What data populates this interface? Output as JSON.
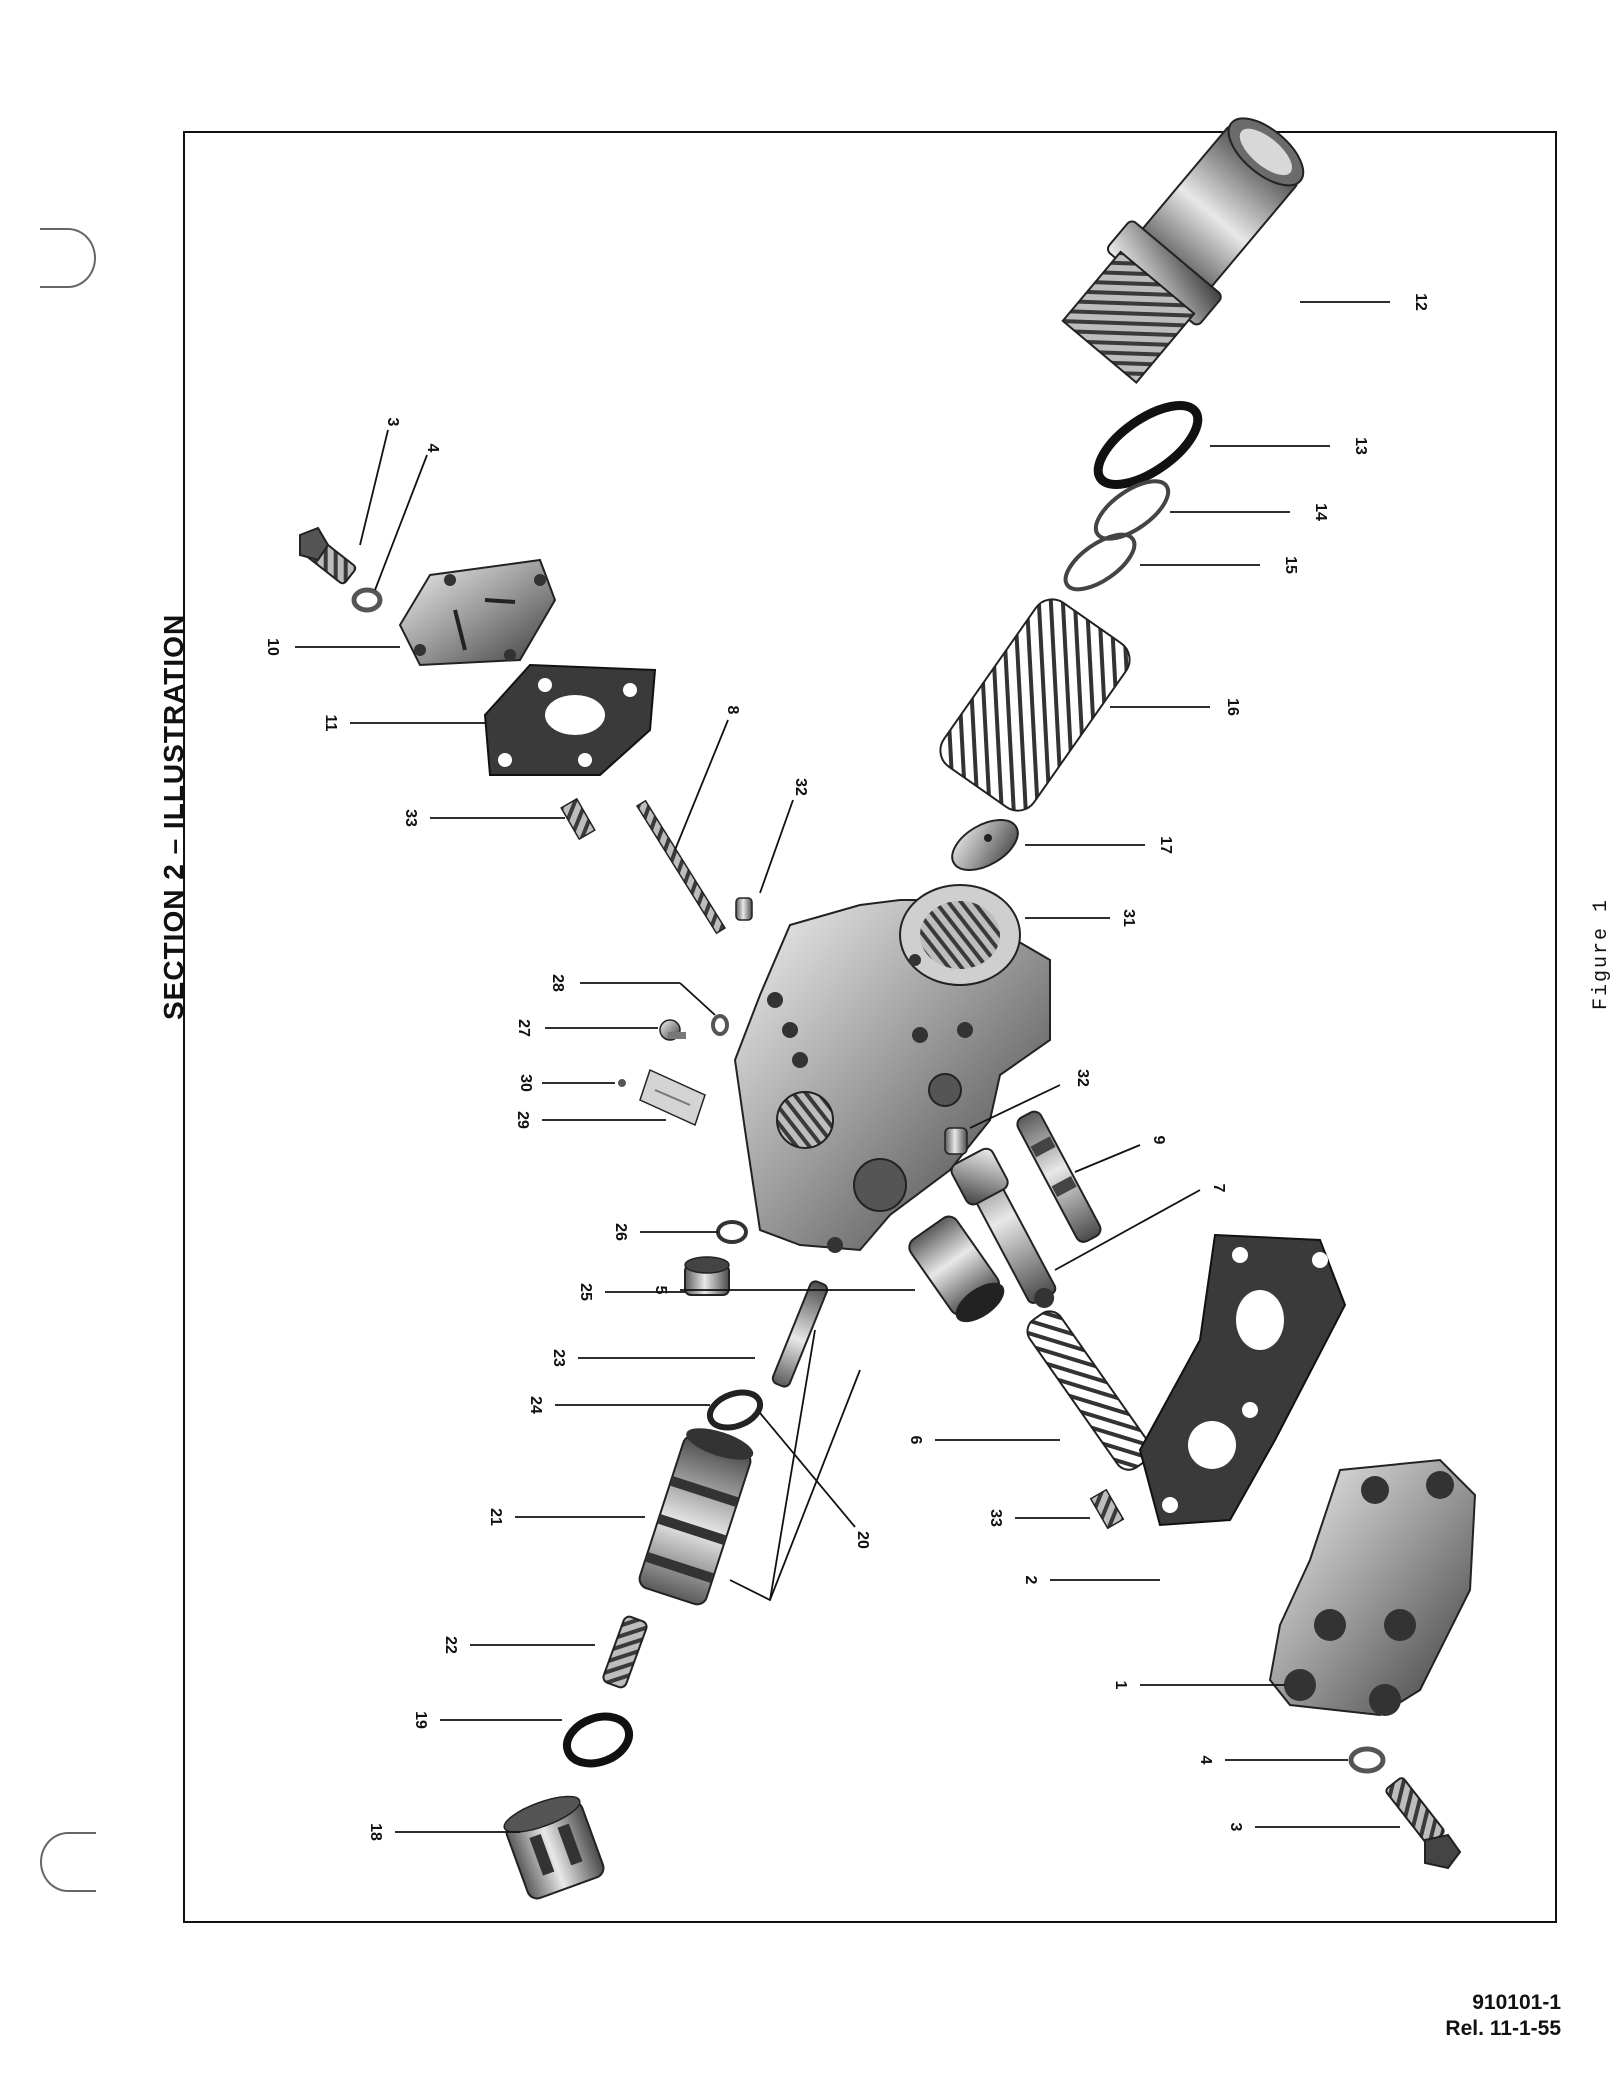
{
  "page": {
    "section_title": "SECTION 2 – ILLUSTRATION",
    "figure_caption": "Figure 1",
    "doc_number": "910101-1",
    "release": "Rel. 11-1-55"
  },
  "callouts": [
    {
      "id": "c1",
      "number": "1"
    },
    {
      "id": "c2",
      "number": "2"
    },
    {
      "id": "c3a",
      "number": "3"
    },
    {
      "id": "c3b",
      "number": "3"
    },
    {
      "id": "c4a",
      "number": "4"
    },
    {
      "id": "c4b",
      "number": "4"
    },
    {
      "id": "c5",
      "number": "5"
    },
    {
      "id": "c6",
      "number": "6"
    },
    {
      "id": "c7",
      "number": "7"
    },
    {
      "id": "c8",
      "number": "8"
    },
    {
      "id": "c9",
      "number": "9"
    },
    {
      "id": "c10",
      "number": "10"
    },
    {
      "id": "c11",
      "number": "11"
    },
    {
      "id": "c12",
      "number": "12"
    },
    {
      "id": "c13",
      "number": "13"
    },
    {
      "id": "c14",
      "number": "14"
    },
    {
      "id": "c15",
      "number": "15"
    },
    {
      "id": "c16",
      "number": "16"
    },
    {
      "id": "c17",
      "number": "17"
    },
    {
      "id": "c18",
      "number": "18"
    },
    {
      "id": "c19",
      "number": "19"
    },
    {
      "id": "c20",
      "number": "20"
    },
    {
      "id": "c21",
      "number": "21"
    },
    {
      "id": "c22",
      "number": "22"
    },
    {
      "id": "c23",
      "number": "23"
    },
    {
      "id": "c24",
      "number": "24"
    },
    {
      "id": "c25",
      "number": "25"
    },
    {
      "id": "c26",
      "number": "26"
    },
    {
      "id": "c27",
      "number": "27"
    },
    {
      "id": "c28",
      "number": "28"
    },
    {
      "id": "c29",
      "number": "29"
    },
    {
      "id": "c30",
      "number": "30"
    },
    {
      "id": "c31",
      "number": "31"
    },
    {
      "id": "c32a",
      "number": "32"
    },
    {
      "id": "c32b",
      "number": "32"
    },
    {
      "id": "c33a",
      "number": "33"
    },
    {
      "id": "c33b",
      "number": "33"
    }
  ]
}
